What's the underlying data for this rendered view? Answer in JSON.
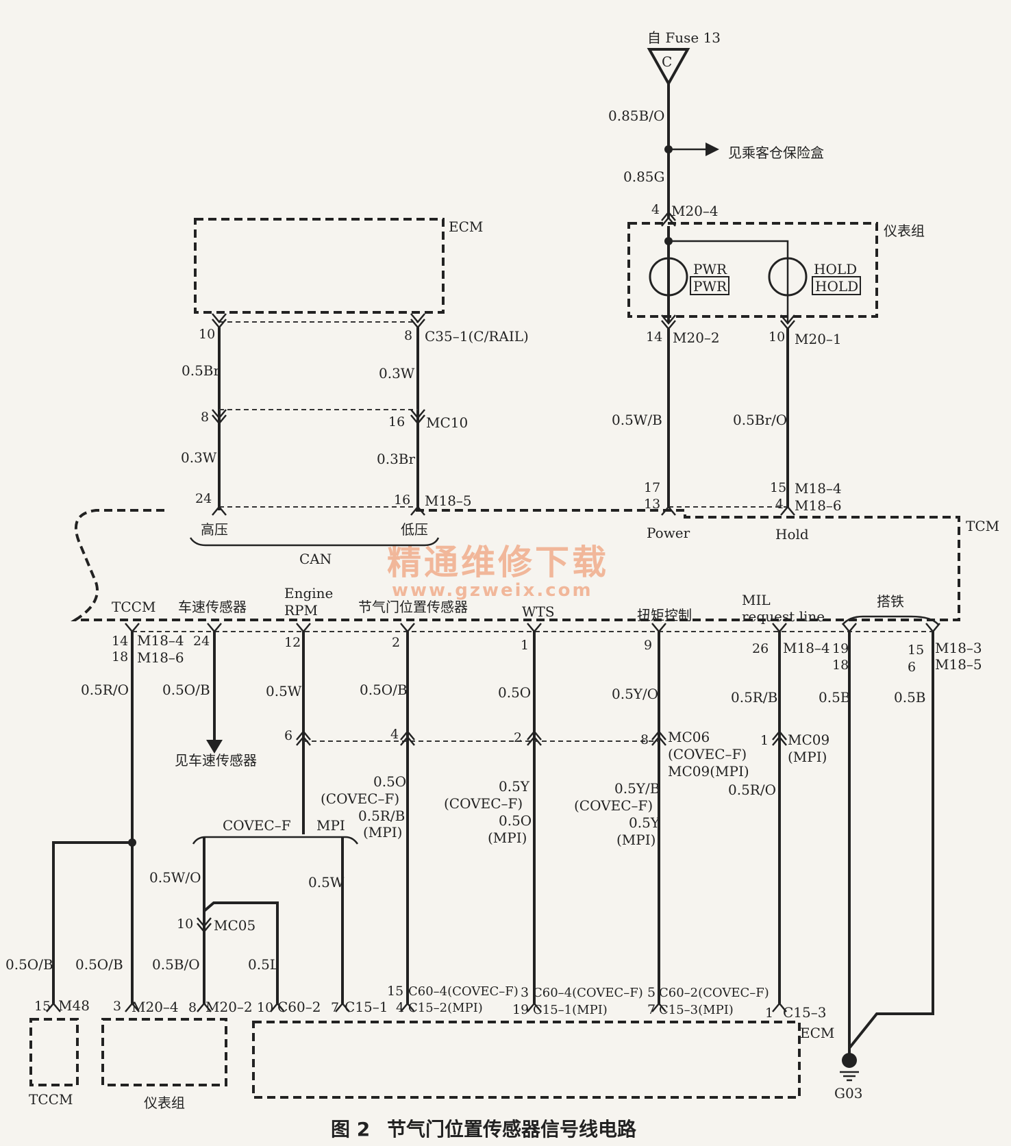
{
  "caption": {
    "figure_no": "图 2",
    "title": "节气门位置传感器信号线电路"
  },
  "watermark": {
    "cn": "精通维修下载",
    "url": "www.gzweix.com"
  },
  "top": {
    "fuse": "自 Fuse 13",
    "fuse_letter": "C",
    "w085bo": "0.85B/O",
    "to_fusebox": "见乘客仓保险盒",
    "w085g": "0.85G",
    "pin4": "4",
    "m20_4": "M20–4",
    "cluster": "仪表组",
    "pwr": "PWR",
    "pwr_box": "PWR",
    "hold": "HOLD",
    "hold_box": "HOLD",
    "pin14": "14",
    "m20_2": "M20–2",
    "pin10": "10",
    "m20_1": "M20–1",
    "w05wb": "0.5W/B",
    "w05bro": "0.5Br/O",
    "pin17": "17",
    "pin13": "13",
    "pin15": "15",
    "m18_4": "M18–4",
    "pin4b": "4",
    "m18_6": "M18–6",
    "power": "Power",
    "holdl": "Hold"
  },
  "ecm_top": {
    "ecm": "ECM",
    "pin10": "10",
    "pin8": "8",
    "c35": "C35–1(C/RAIL)",
    "w05br": "0.5Br",
    "w03w": "0.3W",
    "pin8b": "8",
    "pin16": "16",
    "mc10": "MC10",
    "w03w2": "0.3W",
    "w03br": "0.3Br",
    "pin24": "24",
    "pin16b": "16",
    "m18_5": "M18–5",
    "gaoya": "高压",
    "diya": "低压",
    "can": "CAN"
  },
  "tcm": {
    "tcm": "TCM",
    "tccm": "TCCM",
    "speed": "车速传感器",
    "engine": "Engine",
    "rpm": "RPM",
    "tps": "节气门位置传感器",
    "wts": "WTS",
    "torque": "扭矩控制",
    "mil": "MIL",
    "request": "request line",
    "ground": "搭铁"
  },
  "lower": {
    "p14": "14",
    "m18_4a": "M18–4",
    "p24": "24",
    "p18": "18",
    "m18_6a": "M18–6",
    "p12": "12",
    "p2": "2",
    "p1": "1",
    "p9": "9",
    "p26": "26",
    "m18_4b": "M18–4",
    "p19": "19",
    "p18b": "18",
    "p15": "15",
    "m18_3": "M18–3",
    "p6": "6",
    "m18_5b": "M18–5",
    "w05ro": "0.5R/O",
    "w05ob": "0.5O/B",
    "w05w": "0.5W",
    "w05ob2": "0.5O/B",
    "w05o": "0.5O",
    "w05yo": "0.5Y/O",
    "w05rb": "0.5R/B",
    "w05b1": "0.5B",
    "w05b2": "0.5B",
    "to_speed": "见车速传感器",
    "mp6": "6",
    "mp4": "4",
    "mp2": "2",
    "mp8": "8",
    "mc06": "MC06",
    "mp1": "1",
    "mc09": "MC09",
    "mc09mpi": "(MPI)",
    "covecf1": "(COVEC–F)",
    "mc09mpi2": "MC09(MPI)",
    "w05ro2": "0.5R/O",
    "a1": "0.5O",
    "a2": "(COVEC–F)",
    "a3": "0.5R/B",
    "a4": "(MPI)",
    "b1": "0.5Y",
    "b2": "(COVEC–F)",
    "b3": "0.5O",
    "b4": "(MPI)",
    "c1": "0.5Y/B",
    "c2": "(COVEC–F)",
    "c3": "0.5Y",
    "c4": "(MPI)",
    "covecf": "COVEC–F",
    "mpi": "MPI",
    "w05wo": "0.5W/O",
    "w05w2": "0.5W",
    "p10": "10",
    "mc05": "MC05",
    "w05ob3": "0.5O/B",
    "w05ob4": "0.5O/B",
    "w05bo": "0.5B/O",
    "w05l": "0.5L",
    "p15b": "15",
    "m48": "M48",
    "p3": "3",
    "m20_4b": "M20–4",
    "p8": "8",
    "m20_2b": "M20–2",
    "p10b": "10",
    "c60_2": "C60–2",
    "p7": "7",
    "c15_1": "C15–1",
    "p15c": "15",
    "c60_4a": "C60–4(COVEC–F)",
    "p4": "4",
    "c15_2": "C15–2(MPI)",
    "p3b": "3",
    "c60_4b": "C60–4(COVEC–F)",
    "p19b": "19",
    "c15_1b": "C15–1(MPI)",
    "p5": "5",
    "c60_2b": "C60–2(COVEC–F)",
    "p7b": "7",
    "c15_3": "C15–3(MPI)",
    "p1b": "1",
    "c15_3b": "C15–3",
    "ecm": "ECM",
    "tccm": "TCCM",
    "cluster": "仪表组",
    "g03": "G03"
  }
}
